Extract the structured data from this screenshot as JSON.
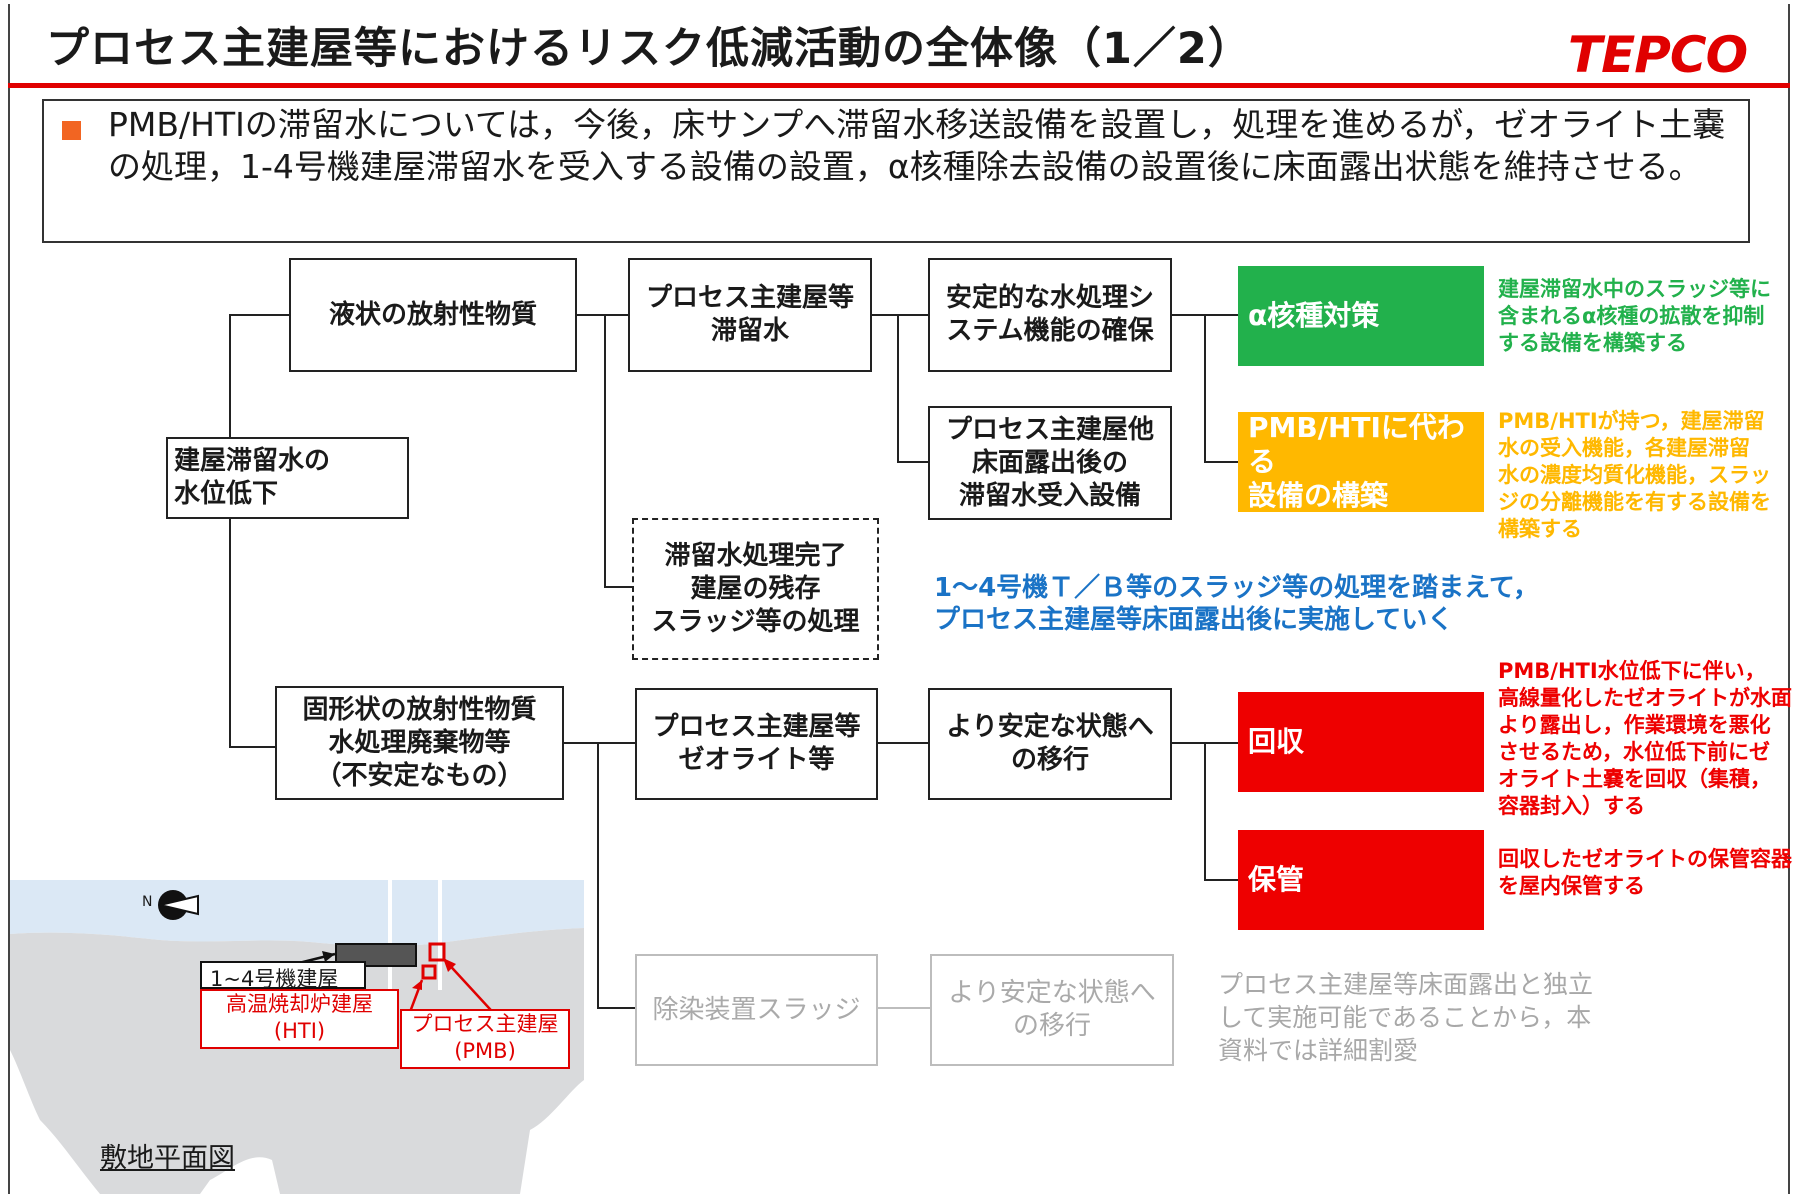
{
  "header": {
    "title": "プロセス主建屋等におけるリスク低減活動の全体像（1／2）",
    "logo": "TEPCO",
    "accent_color": "#e00000"
  },
  "summary": {
    "text": "PMB/HTIの滞留水については，今後，床サンプへ滞留水移送設備を設置し，処理を進めるが，ゼオライト土嚢の処理，1-4号機建屋滞留水を受入する設備の設置，α核種除去設備の設置後に床面露出状態を維持させる。"
  },
  "diagram": {
    "root": "建屋滞留水の\n水位低下",
    "liquid": "液状の放射性物質",
    "solid": "固形状の放射性物質\n水処理廃棄物等\n（不安定なもの）",
    "pmb_water": "プロセス主建屋等\n滞留水",
    "sludge_remaining": "滞留水処理完了\n建屋の残存\nスラッジ等の処理",
    "stable_system": "安定的な水処理シ\nステム機能の確保",
    "receiving_facility": "プロセス主建屋他\n床面露出後の\n滞留水受入設備",
    "pmb_zeolite": "プロセス主建屋等\nゼオライト等",
    "more_stable": "より安定な状態へ\nの移行",
    "decon_sludge": "除染装置スラッジ",
    "more_stable_gray": "より安定な状態へ\nの移行",
    "alpha_tag": "α核種対策",
    "alpha_note": "建屋滞留水中のスラッジ等に\n含まれるα核種の拡散を抑制\nする設備を構築する",
    "replace_tag": "PMB/HTIに代わる\n設備の構築",
    "replace_note": "PMB/HTIが持つ，建屋滞留\n水の受入機能，各建屋滞留\n水の濃度均質化機能，スラッ\nジの分離機能を有する設備を\n構築する",
    "blue_note": "1～4号機Ｔ／Ｂ等のスラッジ等の処理を踏まえて，\nプロセス主建屋等床面露出後に実施していく",
    "recover_tag": "回収",
    "recover_note": "PMB/HTI水位低下に伴い，\n高線量化したゼオライトが水面\nより露出し，作業環境を悪化\nさせるため，水位低下前にゼ\nオライト土嚢を回収（集積，\n容器封入）する",
    "storage_tag": "保管",
    "storage_note": "回収したゼオライトの保管容器\nを屋内保管する",
    "gray_note": "プロセス主建屋等床面露出と独立\nして実施可能であることから，本\n資料では詳細割愛",
    "colors": {
      "green": "#22b14c",
      "yellow": "#ffb800",
      "red": "#ee0000",
      "blue": "#1a73c6",
      "gray": "#a8a8a8"
    }
  },
  "map": {
    "north_label": "N",
    "units_1_4": "1~4号機建屋",
    "hti": "高温焼却炉建屋\n(HTI)",
    "pmb": "プロセス主建屋\n(PMB)",
    "caption": "敷地平面図"
  }
}
